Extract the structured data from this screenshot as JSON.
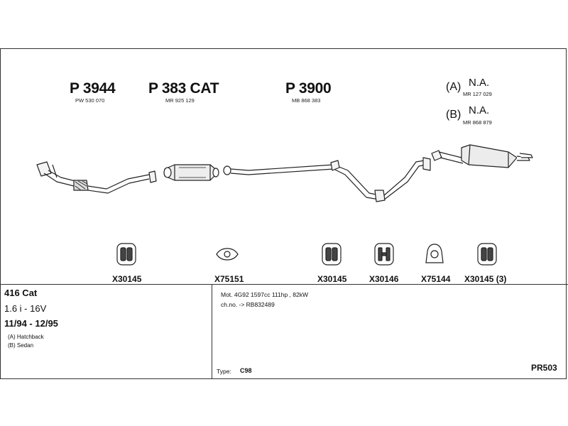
{
  "parts": [
    {
      "number": "P 3944",
      "ref": "PW 530 070"
    },
    {
      "number": "P 383 CAT",
      "ref": "MR 925 129"
    },
    {
      "number": "P 3900",
      "ref": "MB 868 383"
    }
  ],
  "options": [
    {
      "letter": "(A)",
      "status": "N.A.",
      "ref": "MR 127 029"
    },
    {
      "letter": "(B)",
      "status": "N.A.",
      "ref": "MR 868 879"
    }
  ],
  "mount_parts": [
    "X30145",
    "X75151",
    "X30145",
    "X30146",
    "X75144",
    "X30145 (3)"
  ],
  "vehicle": {
    "model": "416 Cat",
    "engine": "1.6 i - 16V",
    "years": "11/94 - 12/95",
    "variant_a": "(A) Hatchback",
    "variant_b": "(B) Sedan"
  },
  "details": {
    "motor": "Mot. 4G92 1597cc 111hp , 82kW",
    "chassis": "ch.no. -> RB832489",
    "type_label": "Type:",
    "type_value": "C98",
    "diagram_code": "PR503"
  }
}
